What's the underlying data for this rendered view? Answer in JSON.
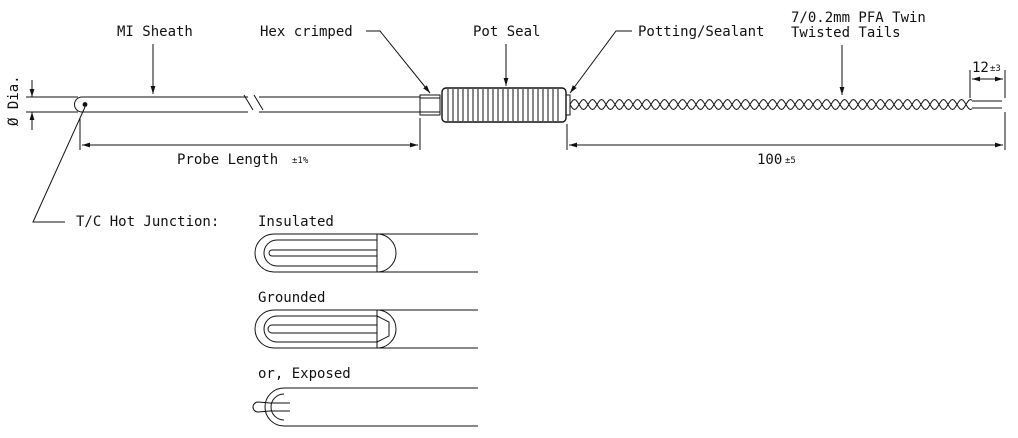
{
  "labels": {
    "mi_sheath": "MI Sheath",
    "hex_crimped": "Hex crimped",
    "pot_seal": "Pot Seal",
    "potting": "Potting/Sealant",
    "tails_line1": "7/0.2mm PFA Twin",
    "tails_line2": "Twisted Tails",
    "dia": "Ø Dia.",
    "probe_length": "Probe Length",
    "probe_tol": "±1%",
    "tail_length": "100",
    "tail_tol": "±5",
    "strip_length": "12",
    "strip_tol": "±3",
    "hot_junction": "T/C Hot Junction:"
  },
  "junction_types": [
    {
      "label": "Insulated"
    },
    {
      "label": "Grounded"
    },
    {
      "label": "or, Exposed"
    }
  ],
  "colors": {
    "line": "#111111",
    "background": "#ffffff"
  }
}
